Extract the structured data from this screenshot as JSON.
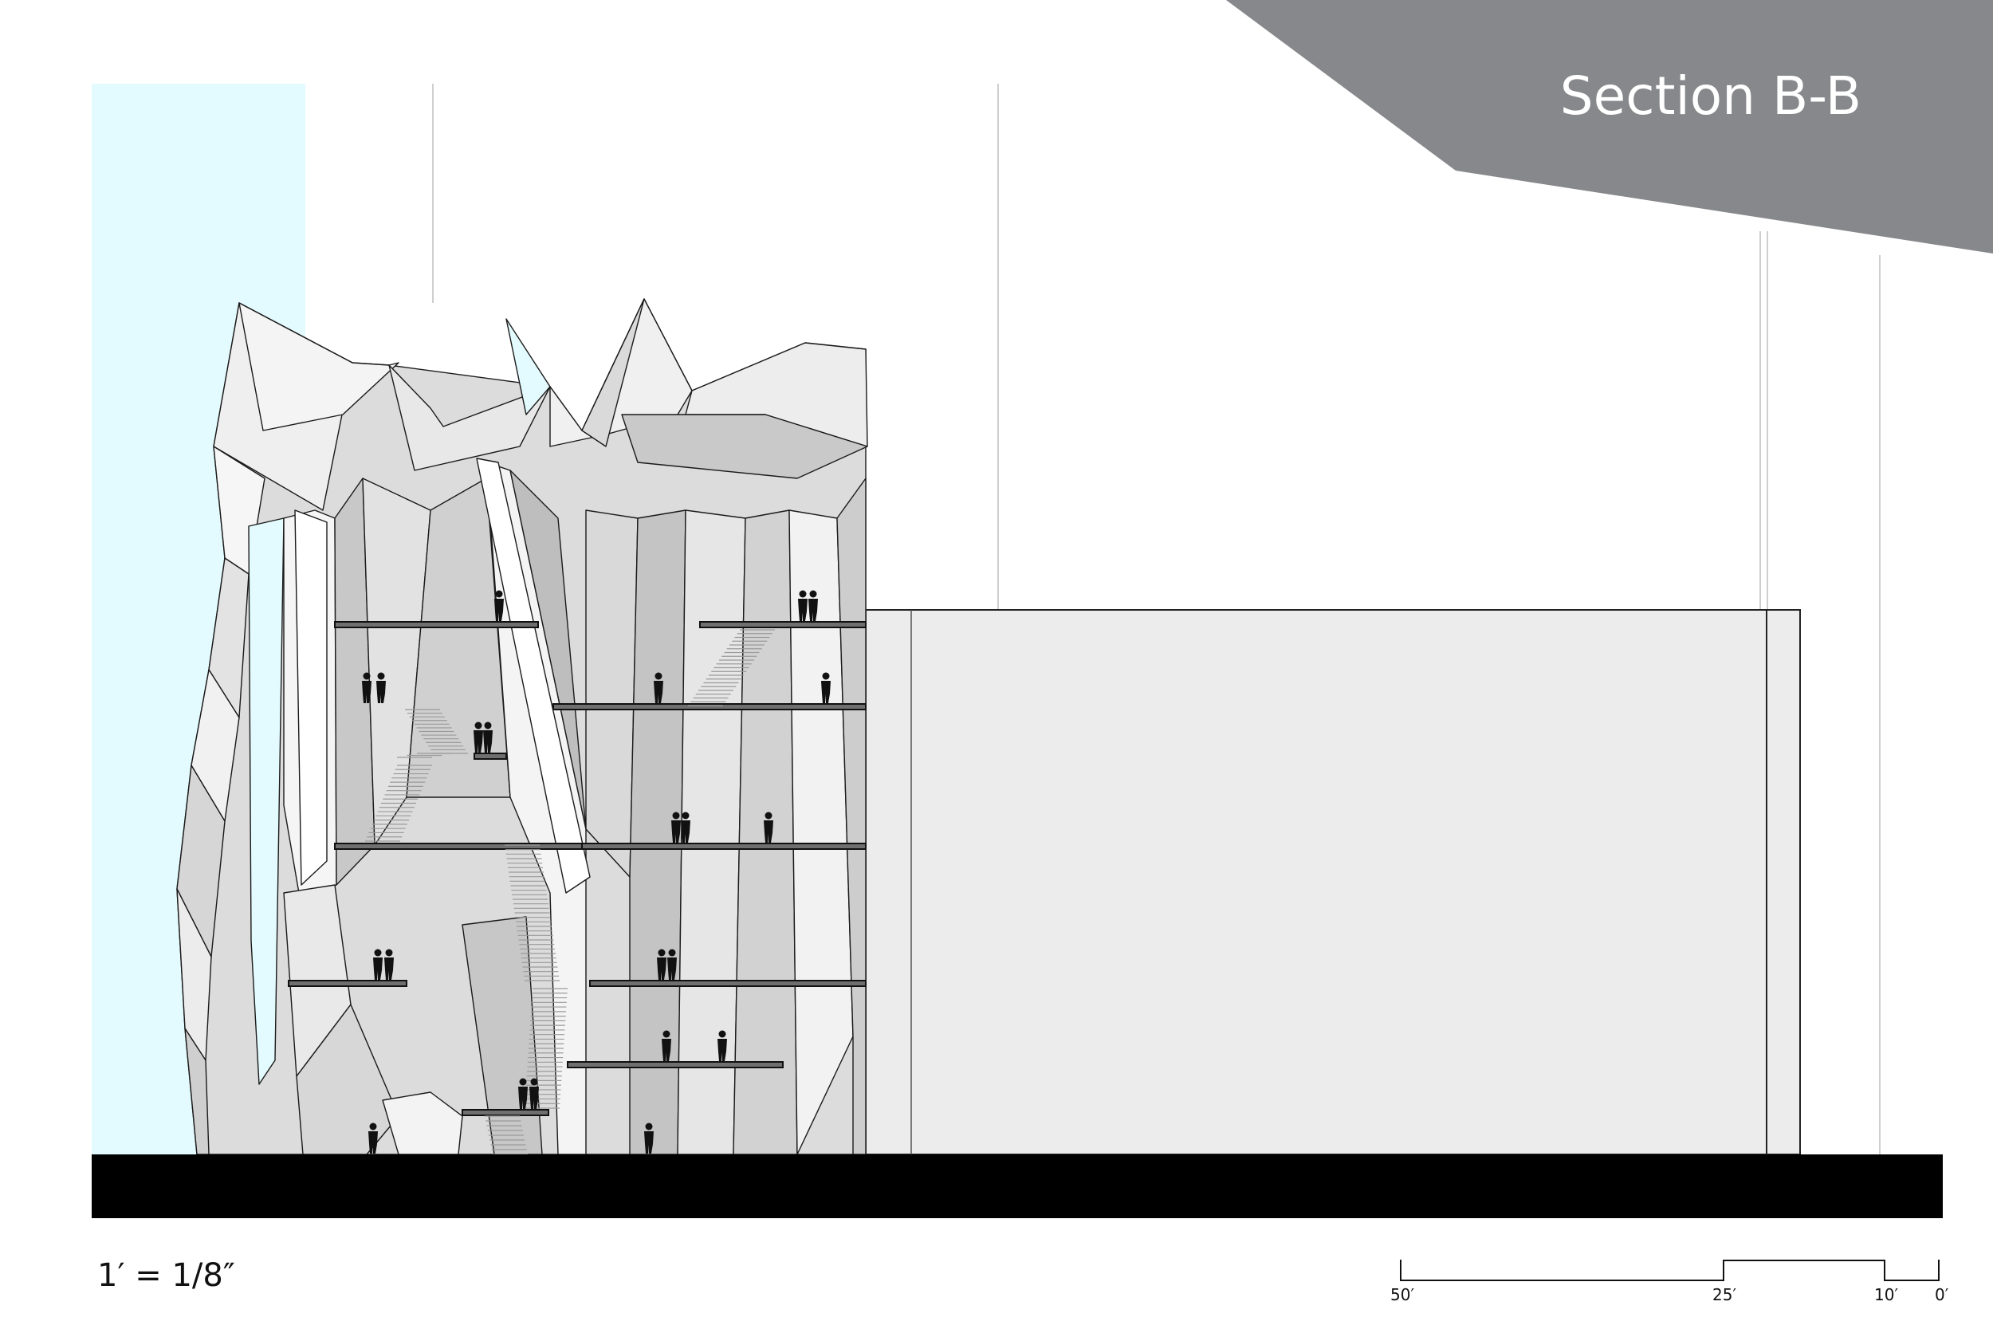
{
  "title": "Section B-B",
  "scale_note": "1′ = 1/8″",
  "scale_bar": {
    "labels": [
      "50′",
      "25′",
      "10′",
      "0′"
    ]
  },
  "colors": {
    "title_band": "#87888b",
    "sky_glass": "#e3fbfe",
    "ground": "#000000",
    "adjacent_building": "#ececec",
    "facet_light": "#f3f3f3",
    "facet_mid": "#d9d9d9",
    "facet_dark": "#bdbdbd"
  }
}
